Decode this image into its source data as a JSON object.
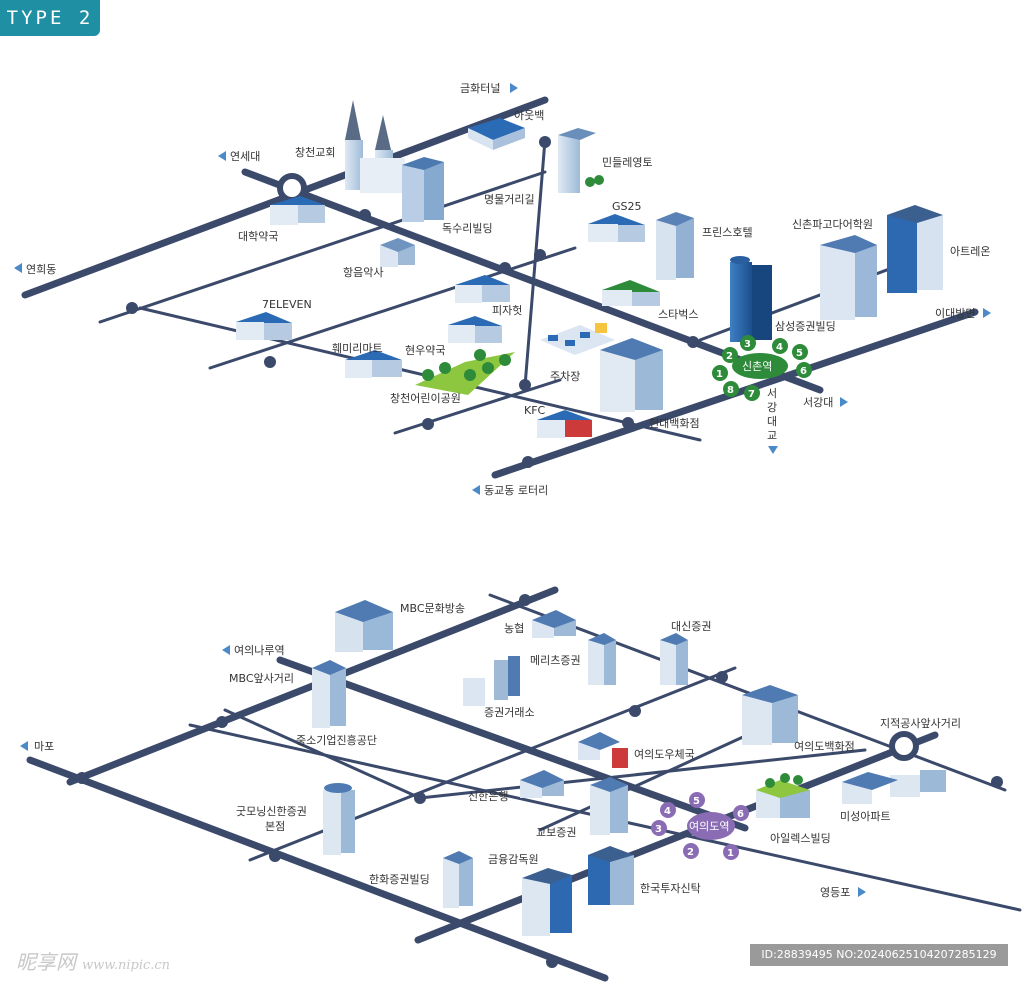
{
  "badge": "TYPE 2",
  "colors": {
    "road": "#3b4a6b",
    "accent": "#1f8fa3",
    "exit_green": "#2e8b3a",
    "exit_purple": "#8a6cb5",
    "arrow": "#4a8ac9"
  },
  "map1": {
    "station": "신촌역",
    "exits": [
      "1",
      "2",
      "3",
      "4",
      "5",
      "6",
      "7",
      "8"
    ],
    "directions": {
      "geumhwa": "금화터널",
      "yonsei": "연세대",
      "yeonhui": "연희동",
      "idae": "이대방면",
      "seogang": "서강대",
      "seogang_bridge": "서강대교",
      "donggyo": "동교동 로터리"
    },
    "places": {
      "outback": "아웃백",
      "church": "창천교회",
      "mindle": "민들레영토",
      "myeongmul": "명물거리길",
      "univ_pharm": "대학약국",
      "doksuri": "독수리빌딩",
      "gs25": "GS25",
      "prince": "프린스호텔",
      "pagoda": "신촌파고다어학원",
      "artreon": "아트레온",
      "hangeum": "항음악사",
      "seven": "7ELEVEN",
      "pizza": "피자헛",
      "starbucks": "스타벅스",
      "samsung": "삼성증권빌딩",
      "hemimi": "훼미리마트",
      "hyunwoo": "현우약국",
      "park": "창천어린이공원",
      "parking": "주차장",
      "kfc": "KFC",
      "hyundai": "현대백화점"
    }
  },
  "map2": {
    "station": "여의도역",
    "exits": [
      "1",
      "2",
      "3",
      "4",
      "5",
      "6"
    ],
    "directions": {
      "naru": "여의나루역",
      "mapo": "마포",
      "yeongdeungpo": "영등포"
    },
    "places": {
      "mbc": "MBC문화방송",
      "nonghyup": "농협",
      "daishin": "대신증권",
      "merits": "메리츠증권",
      "mbc_front": "MBC앞사거리",
      "exchange": "증권거래소",
      "sbc": "중소기업진흥공단",
      "post": "여의도우체국",
      "dept": "여의도백화점",
      "jijeok": "지적공사앞사거리",
      "goodmorning": "굿모닝신한증권\n본점",
      "shinhan": "신한은행",
      "kyobo": "교보증권",
      "irex": "아일렉스빌딩",
      "miseong": "미성아파트",
      "hanwha": "한화증권빌딩",
      "fss": "금융감독원",
      "korea_invest": "한국투자신탁"
    }
  },
  "watermark": "昵享网",
  "watermark_url": "www.nipic.cn",
  "image_id": "ID:28839495 NO:20240625104207285129"
}
